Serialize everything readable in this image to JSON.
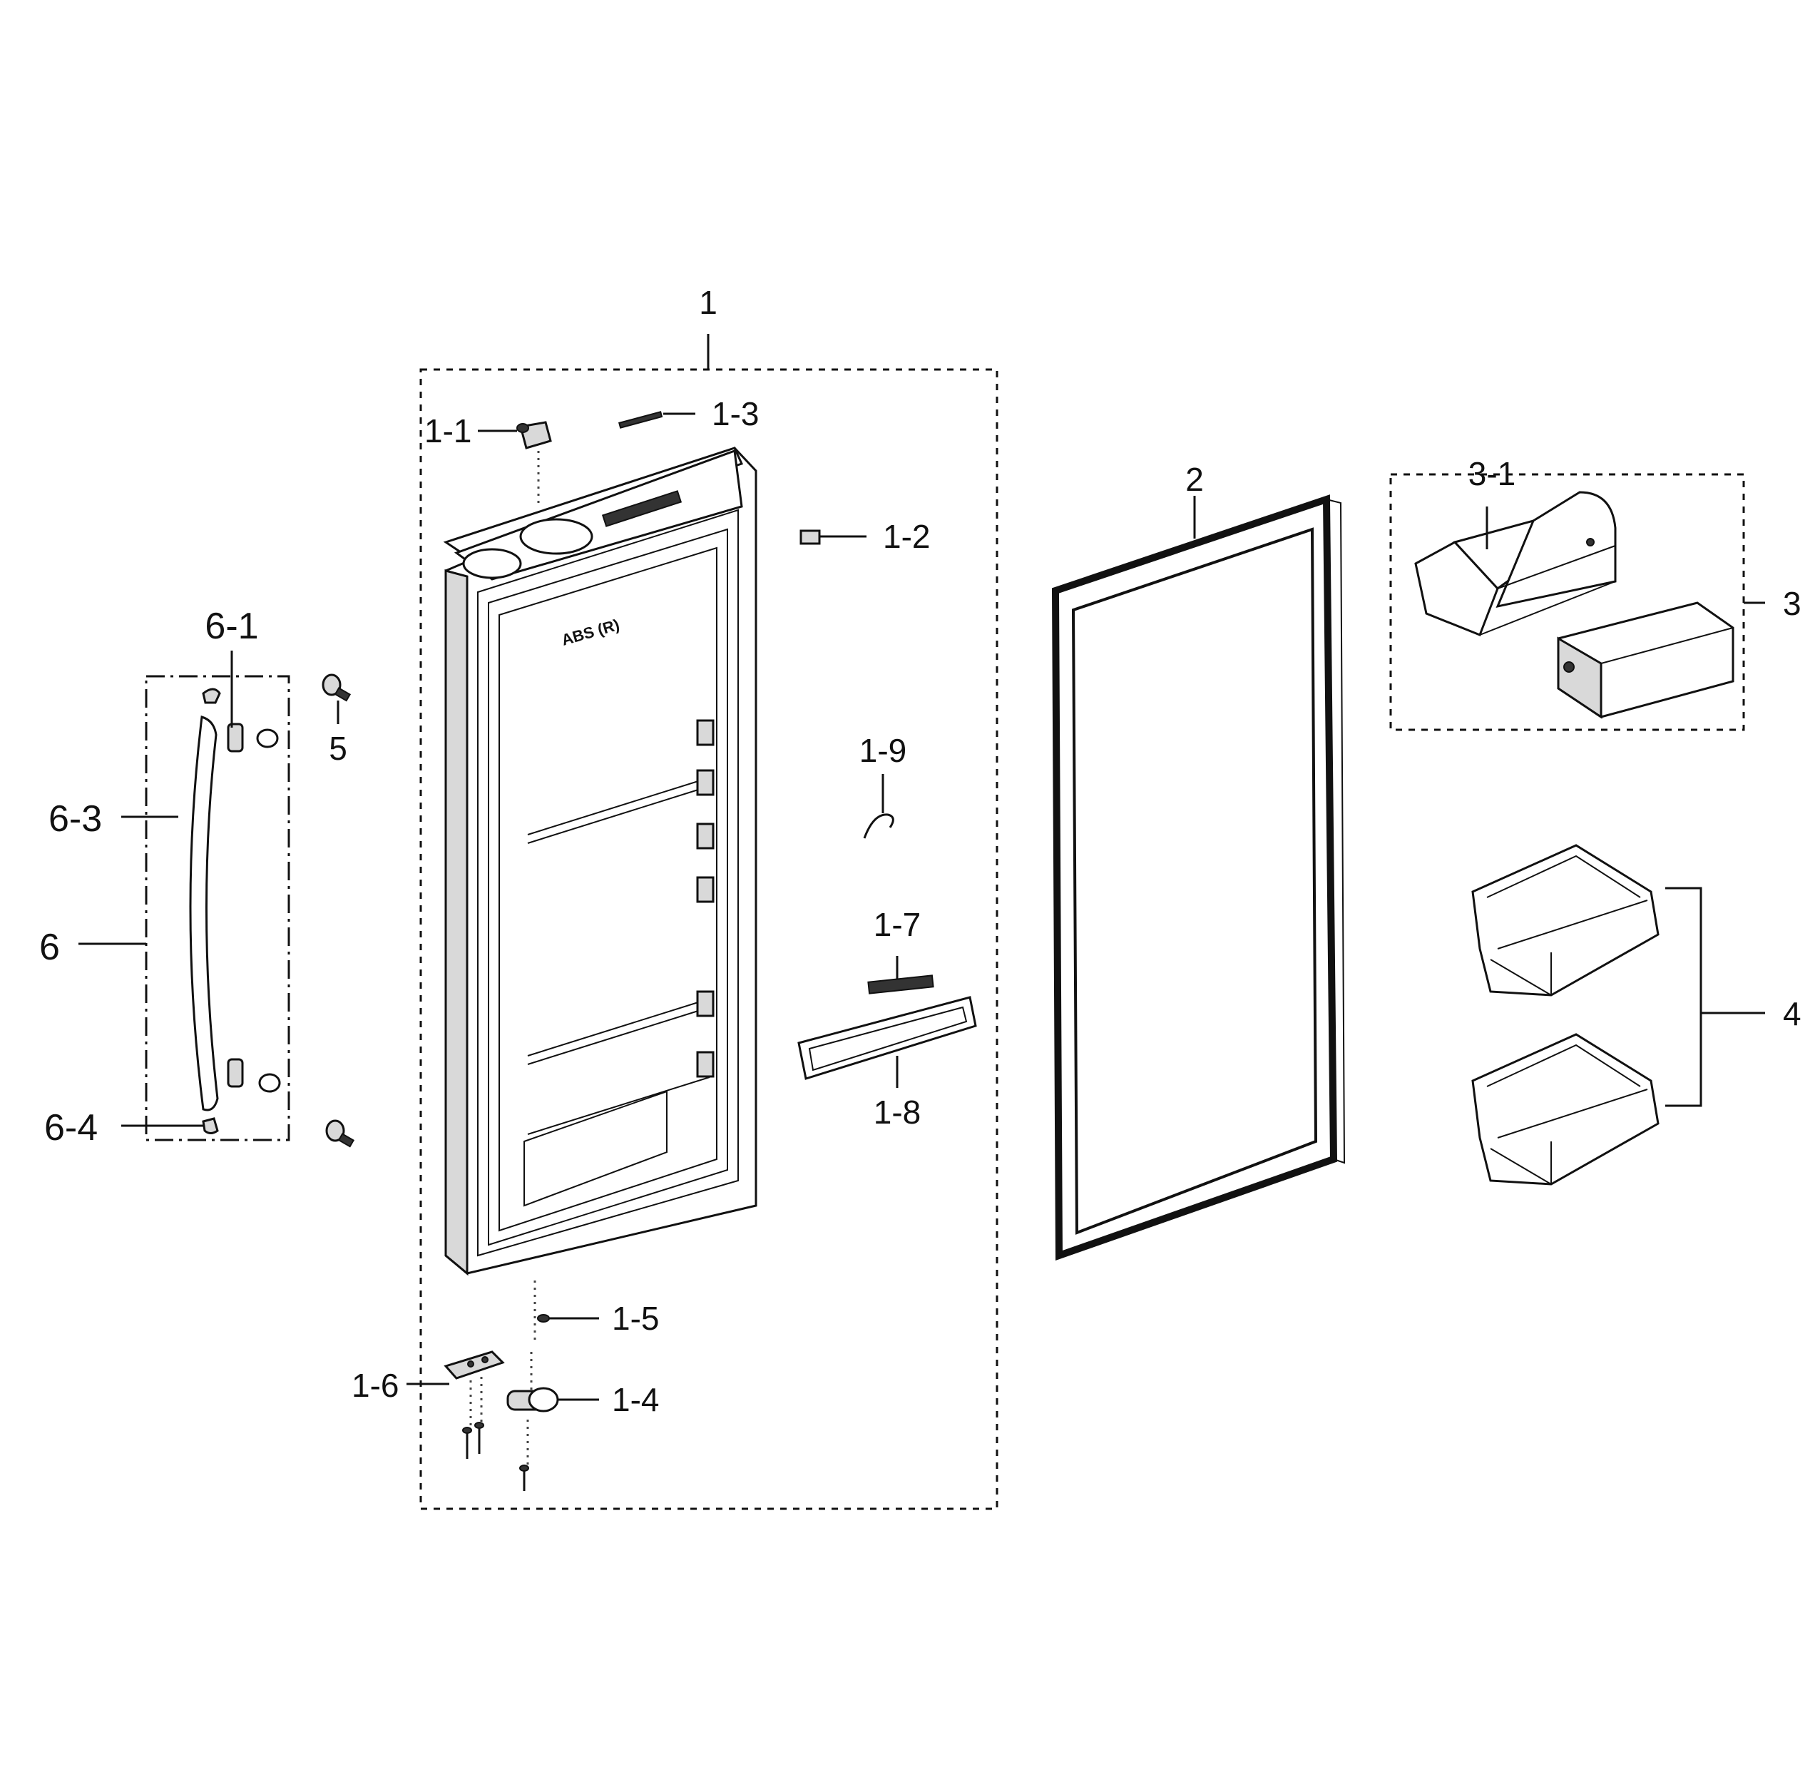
{
  "callouts": {
    "c1": "1",
    "c1_1": "1-1",
    "c1_2": "1-2",
    "c1_3": "1-3",
    "c1_4": "1-4",
    "c1_5": "1-5",
    "c1_6": "1-6",
    "c1_7": "1-7",
    "c1_8": "1-8",
    "c1_9": "1-9",
    "c2": "2",
    "c3": "3",
    "c3_1": "3-1",
    "c4": "4",
    "c5": "5",
    "c6": "6",
    "c6_1": "6-1",
    "c6_3": "6-3",
    "c6_4": "6-4"
  },
  "door_liner": {
    "embossed_text": "ABS (R)"
  }
}
